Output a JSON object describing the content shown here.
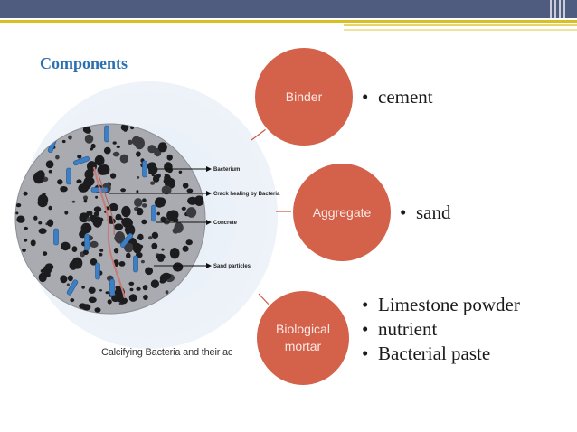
{
  "slide": {
    "title": "Components",
    "nodes": [
      {
        "label": "Binder",
        "bullets": [
          "cement"
        ]
      },
      {
        "label": "Aggregate",
        "bullets": [
          "sand"
        ]
      },
      {
        "label": "Biological mortar",
        "bullets": [
          "Limestone powder",
          "nutrient",
          "Bacterial paste"
        ]
      }
    ]
  },
  "figure": {
    "labels": [
      "Bacterium",
      "Crack healing by Bacteria",
      "Concrete",
      "Sand particles"
    ],
    "caption": "Calcifying Bacteria and their ac"
  },
  "colors": {
    "node_fill": "#d4614a",
    "title_color": "#2a6fb0",
    "top_bar": "#4f5c80",
    "accent_line": "#d8bf24"
  }
}
